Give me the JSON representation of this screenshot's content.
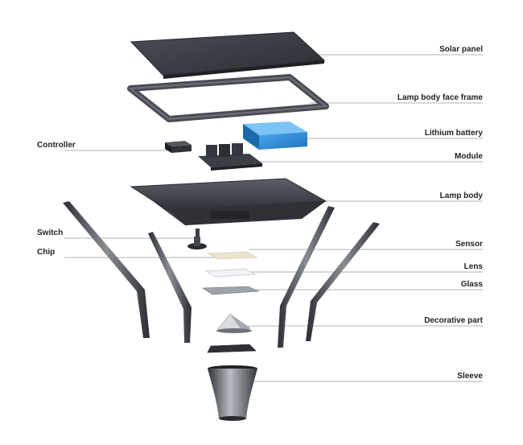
{
  "diagram": {
    "labels": {
      "solar_panel": "Solar panel",
      "face_frame": "Lamp body face frame",
      "lithium_battery": "Lithium battery",
      "controller": "Controller",
      "module": "Module",
      "lamp_body": "Lamp body",
      "switch": "Switch",
      "chip": "Chip",
      "sensor": "Sensor",
      "lens": "Lens",
      "glass": "Glass",
      "decorative_part": "Decorative part",
      "sleeve": "Sleeve"
    },
    "colors": {
      "panel": "#3a3d44",
      "frame": "#55585f",
      "battery": "#2f8fd6",
      "body": "#4a4d55",
      "leader": "#9a9a9a",
      "text": "#222222"
    }
  }
}
